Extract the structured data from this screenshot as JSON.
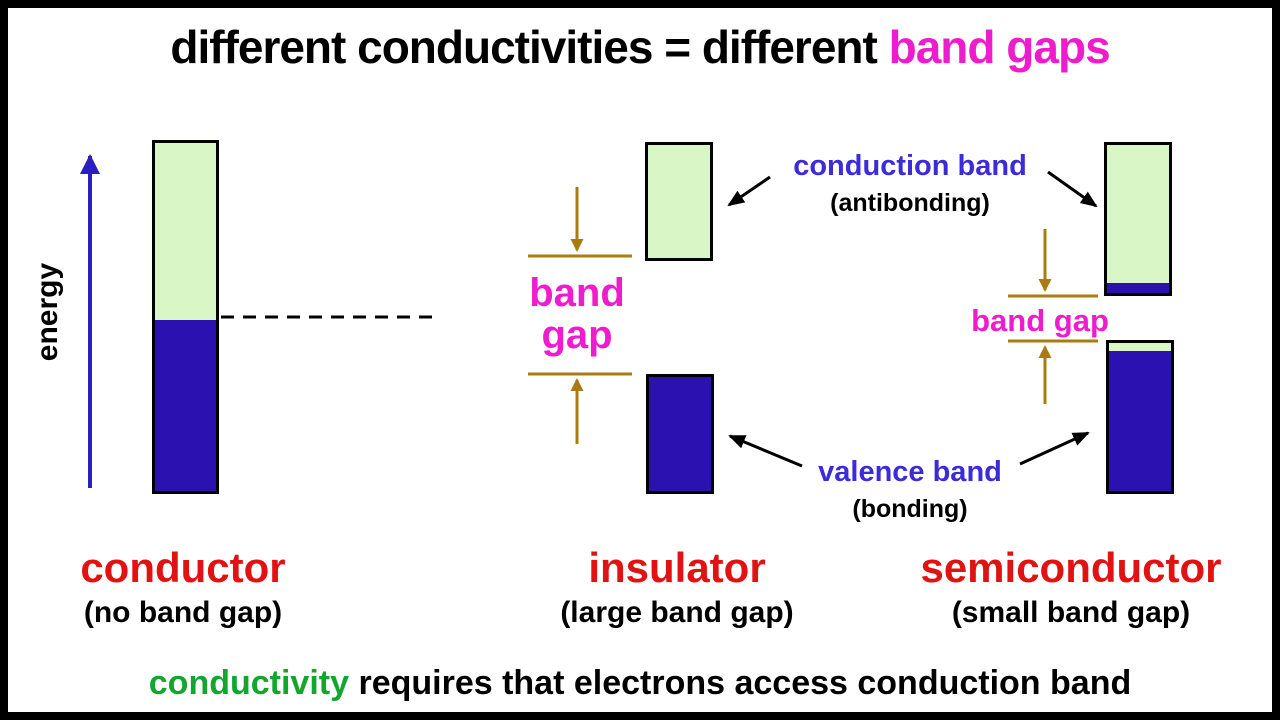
{
  "title": {
    "prefix": "different conductivities = different ",
    "highlight": "band gaps"
  },
  "energy_axis": {
    "label": "energy"
  },
  "gap_labels": {
    "insulator": "band\ngap",
    "semiconductor": "band gap"
  },
  "band_annotations": {
    "conduction": {
      "name": "conduction band",
      "sub": "(antibonding)"
    },
    "valence": {
      "name": "valence band",
      "sub": "(bonding)"
    }
  },
  "materials": {
    "conductor": {
      "name": "conductor",
      "sub": "(no band gap)"
    },
    "insulator": {
      "name": "insulator",
      "sub": "(large band gap)"
    },
    "semiconductor": {
      "name": "semiconductor",
      "sub": "(small band gap)"
    }
  },
  "footer": {
    "highlight": "conductivity",
    "rest": " requires that electrons access conduction band"
  },
  "colors": {
    "conduction_band_fill": "#d9f6c6",
    "valence_band_fill": "#2b11b0",
    "band_gap_magenta": "#ee1ccd",
    "material_red": "#e01212",
    "conductivity_green": "#12a62e",
    "band_label_blue": "#3c2bd8",
    "energy_axis_blue": "#2a1ec0",
    "gap_arrow_brown": "#aa7c10"
  }
}
